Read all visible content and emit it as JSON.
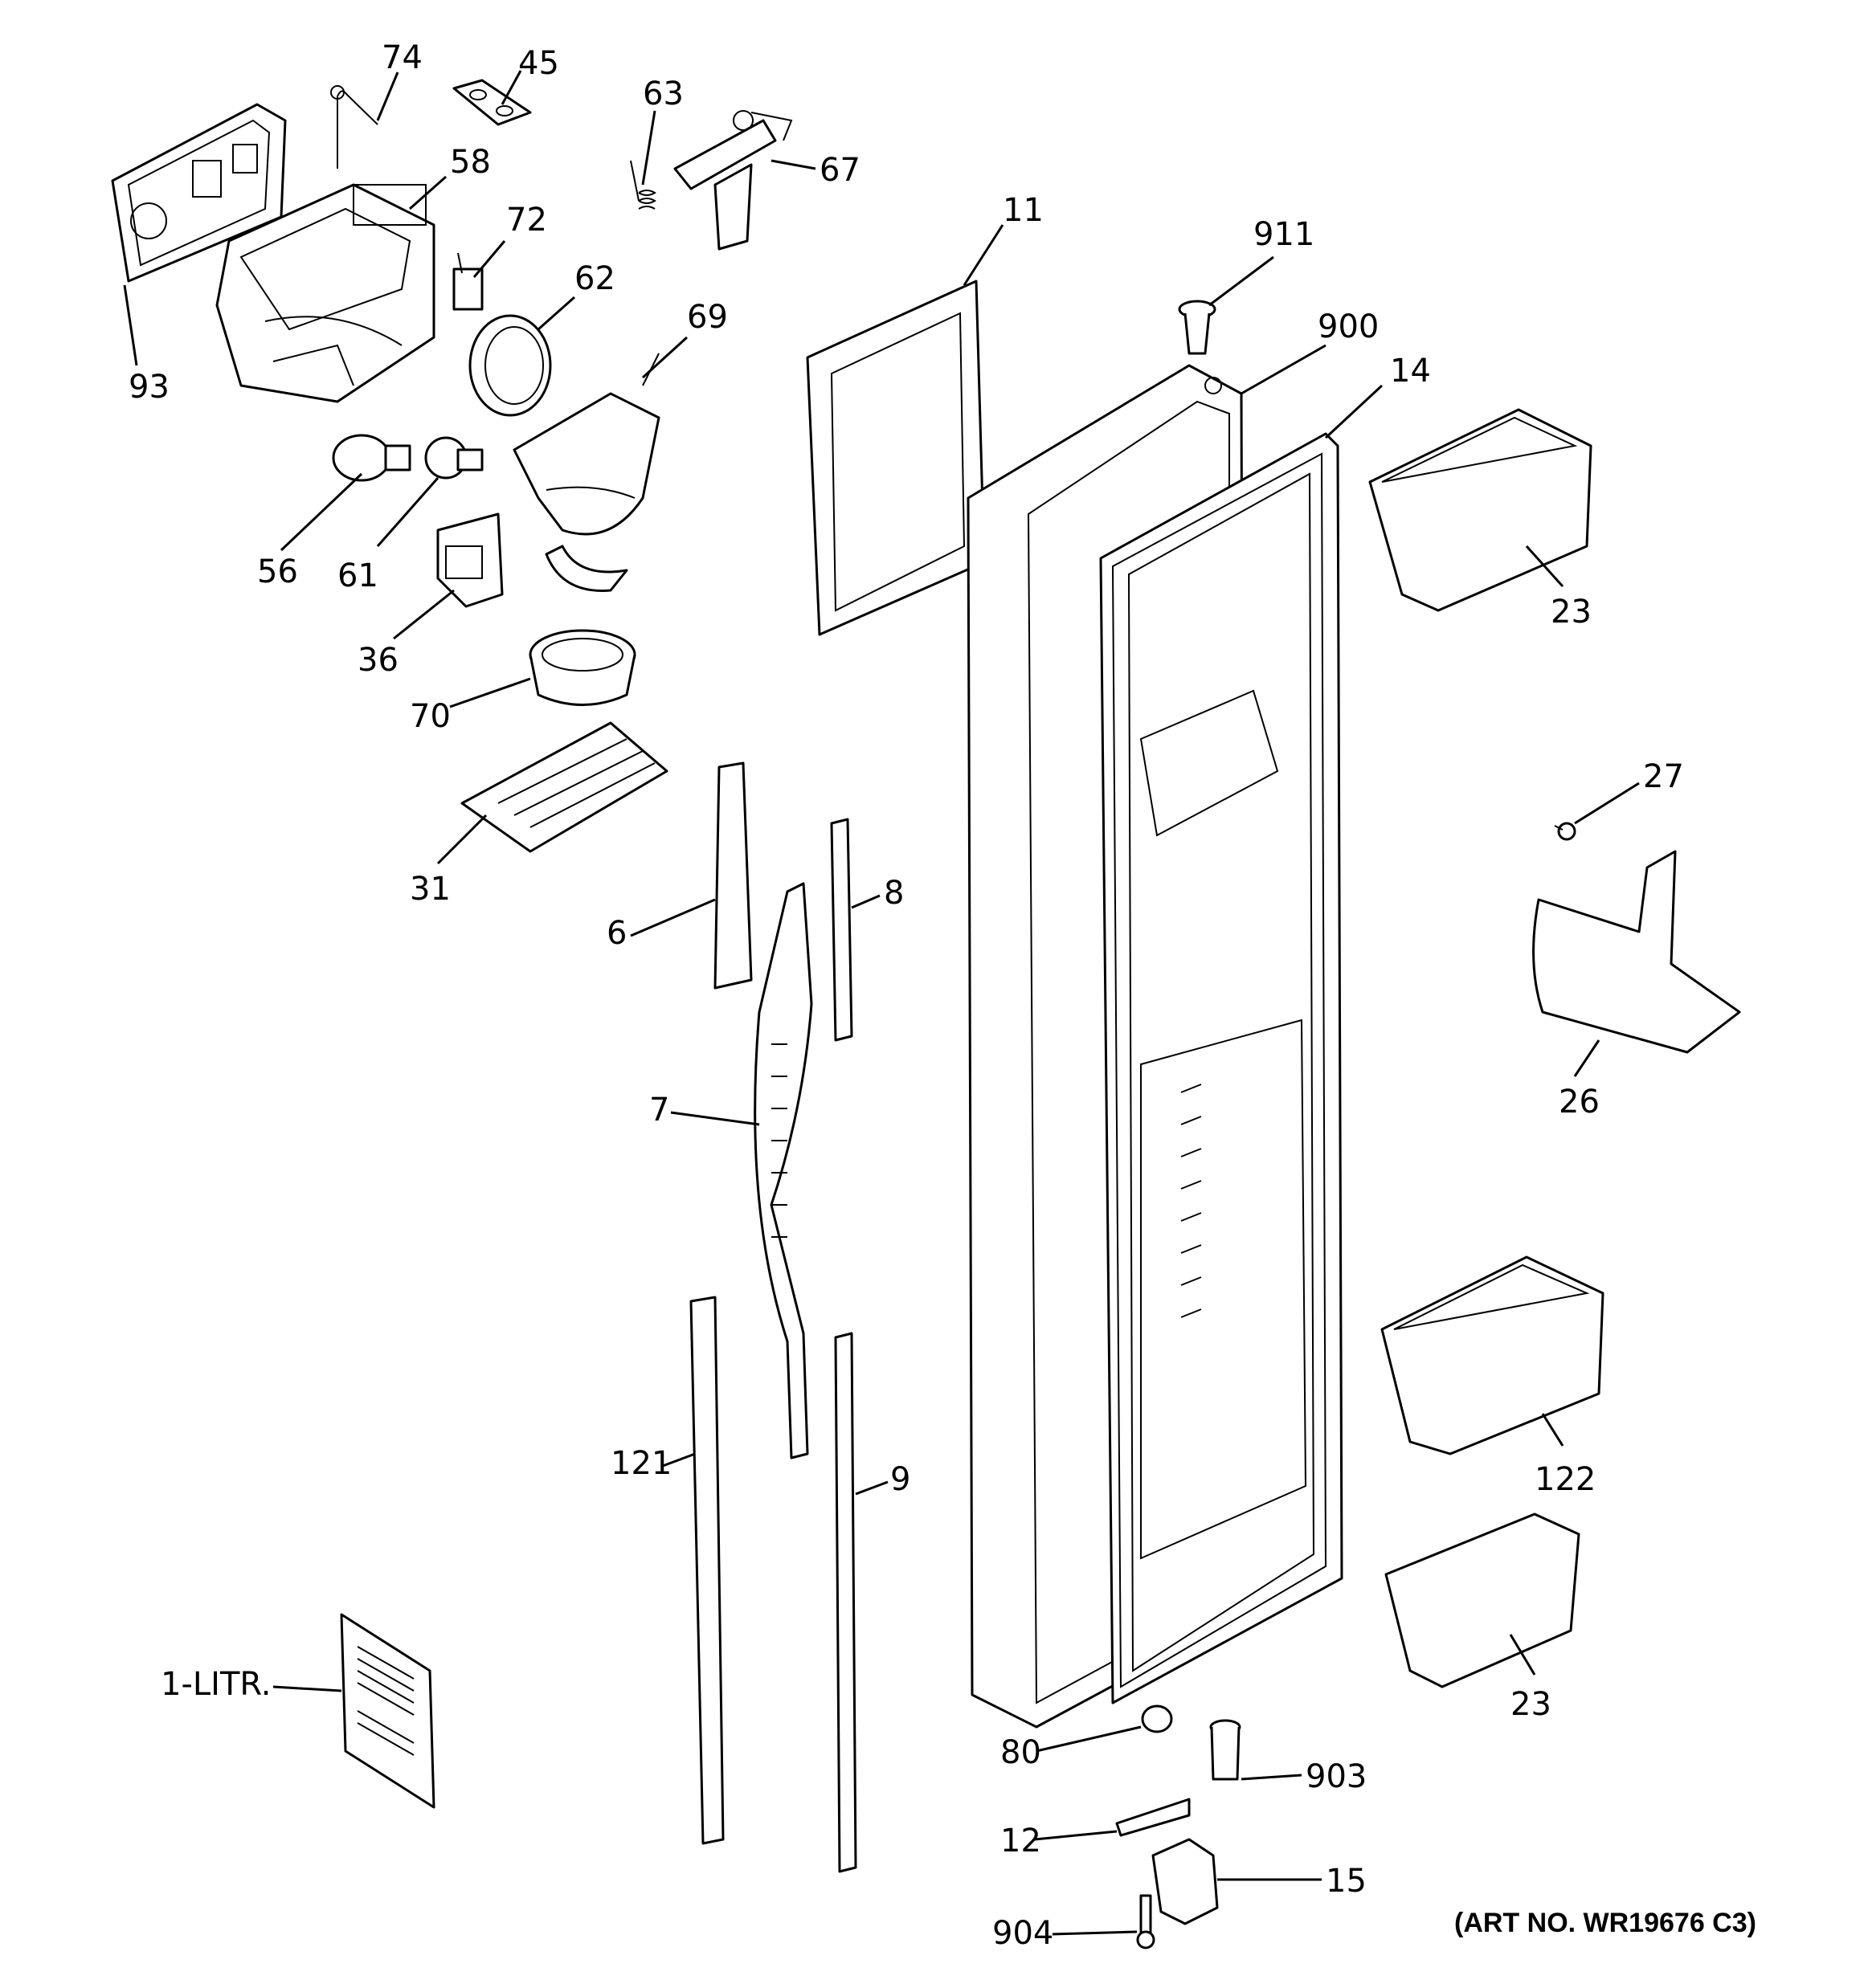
{
  "callouts": {
    "c74": "74",
    "c45": "45",
    "c63": "63",
    "c67": "67",
    "c58": "58",
    "c72": "72",
    "c62": "62",
    "c11": "11",
    "c911": "911",
    "c69": "69",
    "c900": "900",
    "c14": "14",
    "c93": "93",
    "c56": "56",
    "c61": "61",
    "c36": "36",
    "c23a": "23",
    "c70": "70",
    "c27": "27",
    "c31": "31",
    "c8": "8",
    "c6": "6",
    "c26": "26",
    "c7": "7",
    "c121": "121",
    "c9": "9",
    "c122": "122",
    "c1litr": "1-LITR.",
    "c23b": "23",
    "c80": "80",
    "c903": "903",
    "c12": "12",
    "c15": "15",
    "c904": "904"
  },
  "art_number": "(ART NO. WR19676 C3)"
}
